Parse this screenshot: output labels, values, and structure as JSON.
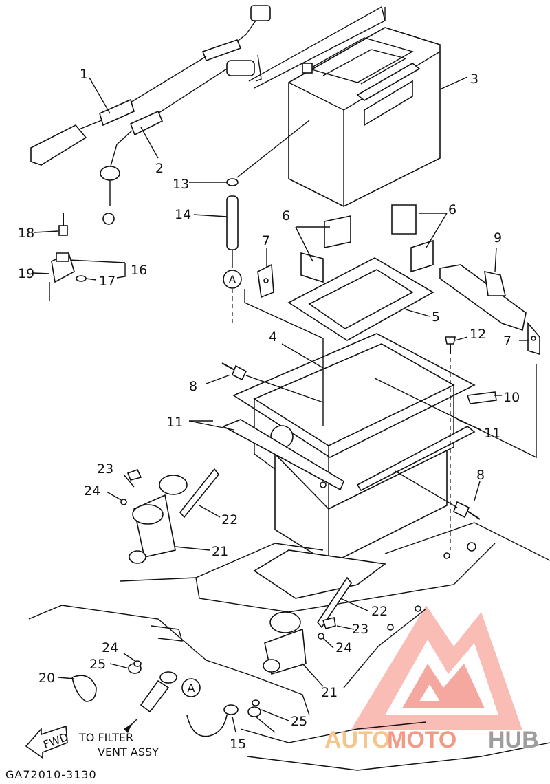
{
  "diagram": {
    "callouts": [
      "1",
      "2",
      "3",
      "4",
      "5",
      "6",
      "6",
      "7",
      "7",
      "8",
      "8",
      "9",
      "10",
      "11",
      "11",
      "12",
      "13",
      "14",
      "15",
      "16",
      "17",
      "18",
      "19",
      "20",
      "21",
      "21",
      "22",
      "22",
      "23",
      "23",
      "24",
      "24",
      "24",
      "25",
      "25"
    ],
    "ref_marker": "A",
    "fwd_label": "FWD",
    "filter_note_line1": "TO FILTER",
    "filter_note_line2": "VENT ASSY",
    "figure_code": "GA72010-3130"
  },
  "watermark": {
    "text_auto": "AUTO",
    "text_moto": "MOTO",
    "text_hub": "HUB",
    "colors": {
      "auto": "#f6c58b",
      "moto": "#f39a87",
      "hub": "#9e9e9e",
      "logo": "#f28b80"
    }
  }
}
